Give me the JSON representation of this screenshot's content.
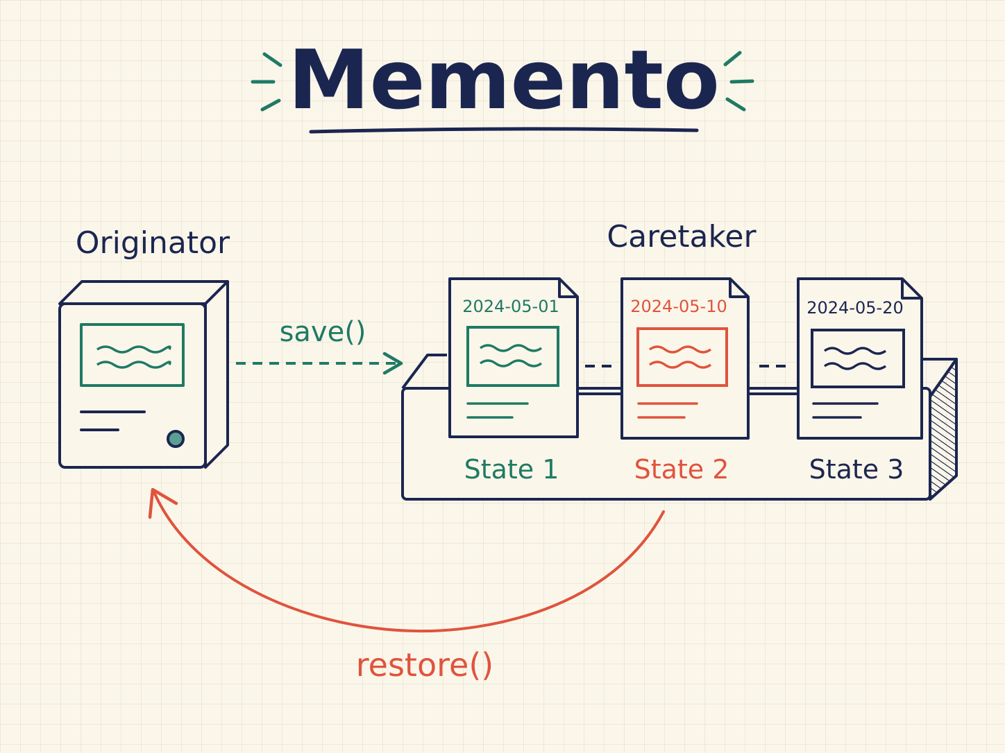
{
  "title": "Memento",
  "originator": {
    "label": "Originator"
  },
  "caretaker": {
    "label": "Caretaker"
  },
  "save_label": "save()",
  "restore_label": "restore()",
  "states": [
    {
      "date": "2024-05-01",
      "label": "State 1",
      "color": "#1f7a64"
    },
    {
      "date": "2024-05-10",
      "label": "State 2",
      "color": "#e0533d"
    },
    {
      "date": "2024-05-20",
      "label": "State 3",
      "color": "#1b2650"
    }
  ],
  "colors": {
    "ink": "#1b2650",
    "teal": "#1f7a64",
    "red": "#e0533d",
    "paper": "#fbf6ea"
  }
}
